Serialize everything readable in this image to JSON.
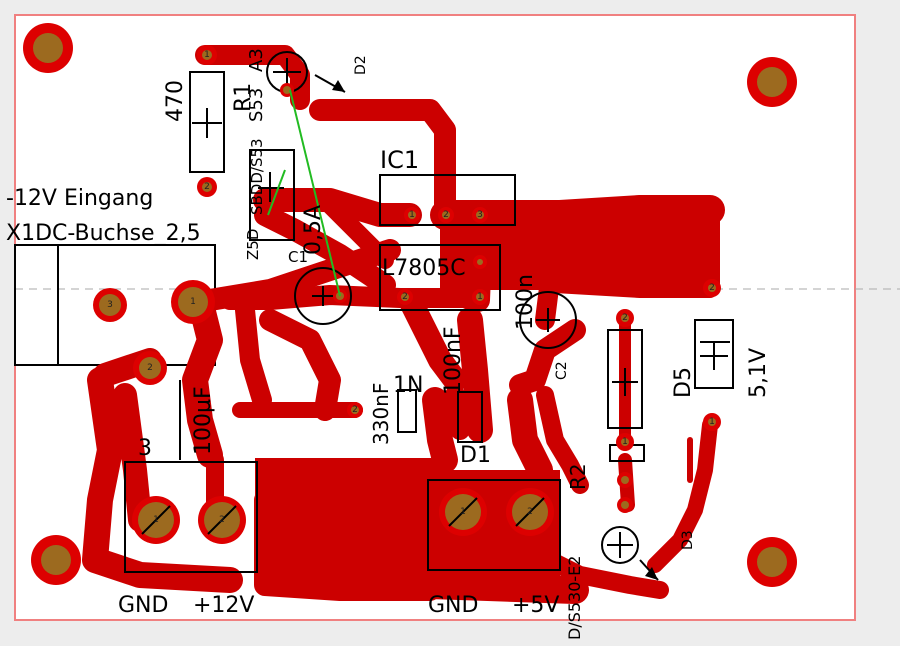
{
  "colors": {
    "background": "#ffffff",
    "outside": "#ededed",
    "board_outline": "#f08080",
    "copper": "#cc0000",
    "pad_ring": "#dd0000",
    "pad_center": "#9c6a1f",
    "silkscreen": "#000000",
    "airwire": "#22bb22",
    "centerline": "#aaaaaa"
  },
  "labels": {
    "r_value": "470",
    "r_name": "R1",
    "d2_part": "A3",
    "d2_part2": "S53",
    "d2_name": "D2",
    "smd_part": "SBDD/S53",
    "smd_part2": "Z5D",
    "fuse_value": "0,5A",
    "c1_name": "C1",
    "input_line1": "-12V Eingang",
    "input_line2": "X1DC-Buchse_2,5",
    "ic_name": "IC1",
    "ic_part": "L7805C",
    "c_100n": "100n",
    "c_100n_b": "100nF",
    "c_330n": "330nF",
    "c_100u": "100µF",
    "d_1n": "1N",
    "d1_name": "D1",
    "d5_name": "D5",
    "d5_value": "5,1V",
    "d3_name": "D3",
    "r2_name": "R2",
    "d3_part": "D/S530-E2",
    "conn_in_name": "3",
    "gnd_left": "GND",
    "plus12": "+12V",
    "gnd_right": "GND",
    "plus5": "+5V",
    "c2_name": "C2"
  },
  "pads": {
    "pin1": "1",
    "pin2": "2",
    "pin3": "3"
  }
}
